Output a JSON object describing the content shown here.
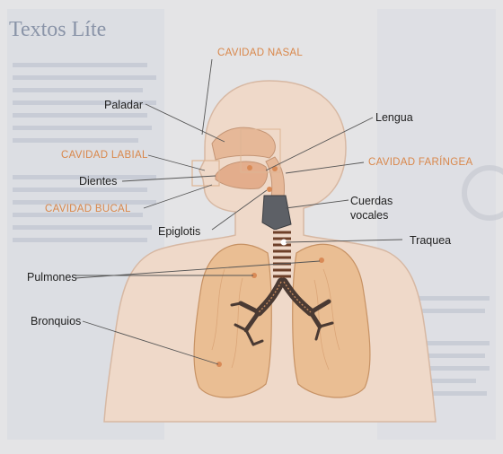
{
  "labels": {
    "cavidad_nasal": "CAVIDAD NASAL",
    "paladar": "Paladar",
    "lengua": "Lengua",
    "cavidad_labial": "CAVIDAD LABIAL",
    "cavidad_faringea": "CAVIDAD FARÍNGEA",
    "dientes": "Dientes",
    "cuerdas_vocales": "Cuerdas vocales",
    "cavidad_bucal": "CAVIDAD BUCAL",
    "epiglotis": "Epiglotis",
    "traquea": "Traquea",
    "pulmones": "Pulmones",
    "bronquios": "Bronquios"
  },
  "background_text": {
    "heading": "Textos Líte"
  },
  "colors": {
    "body": "#efd9c9",
    "lungs": "#e9b98a",
    "trachea": "#7a4a2e",
    "orange_label": "#d9874a",
    "line": "#555555"
  }
}
